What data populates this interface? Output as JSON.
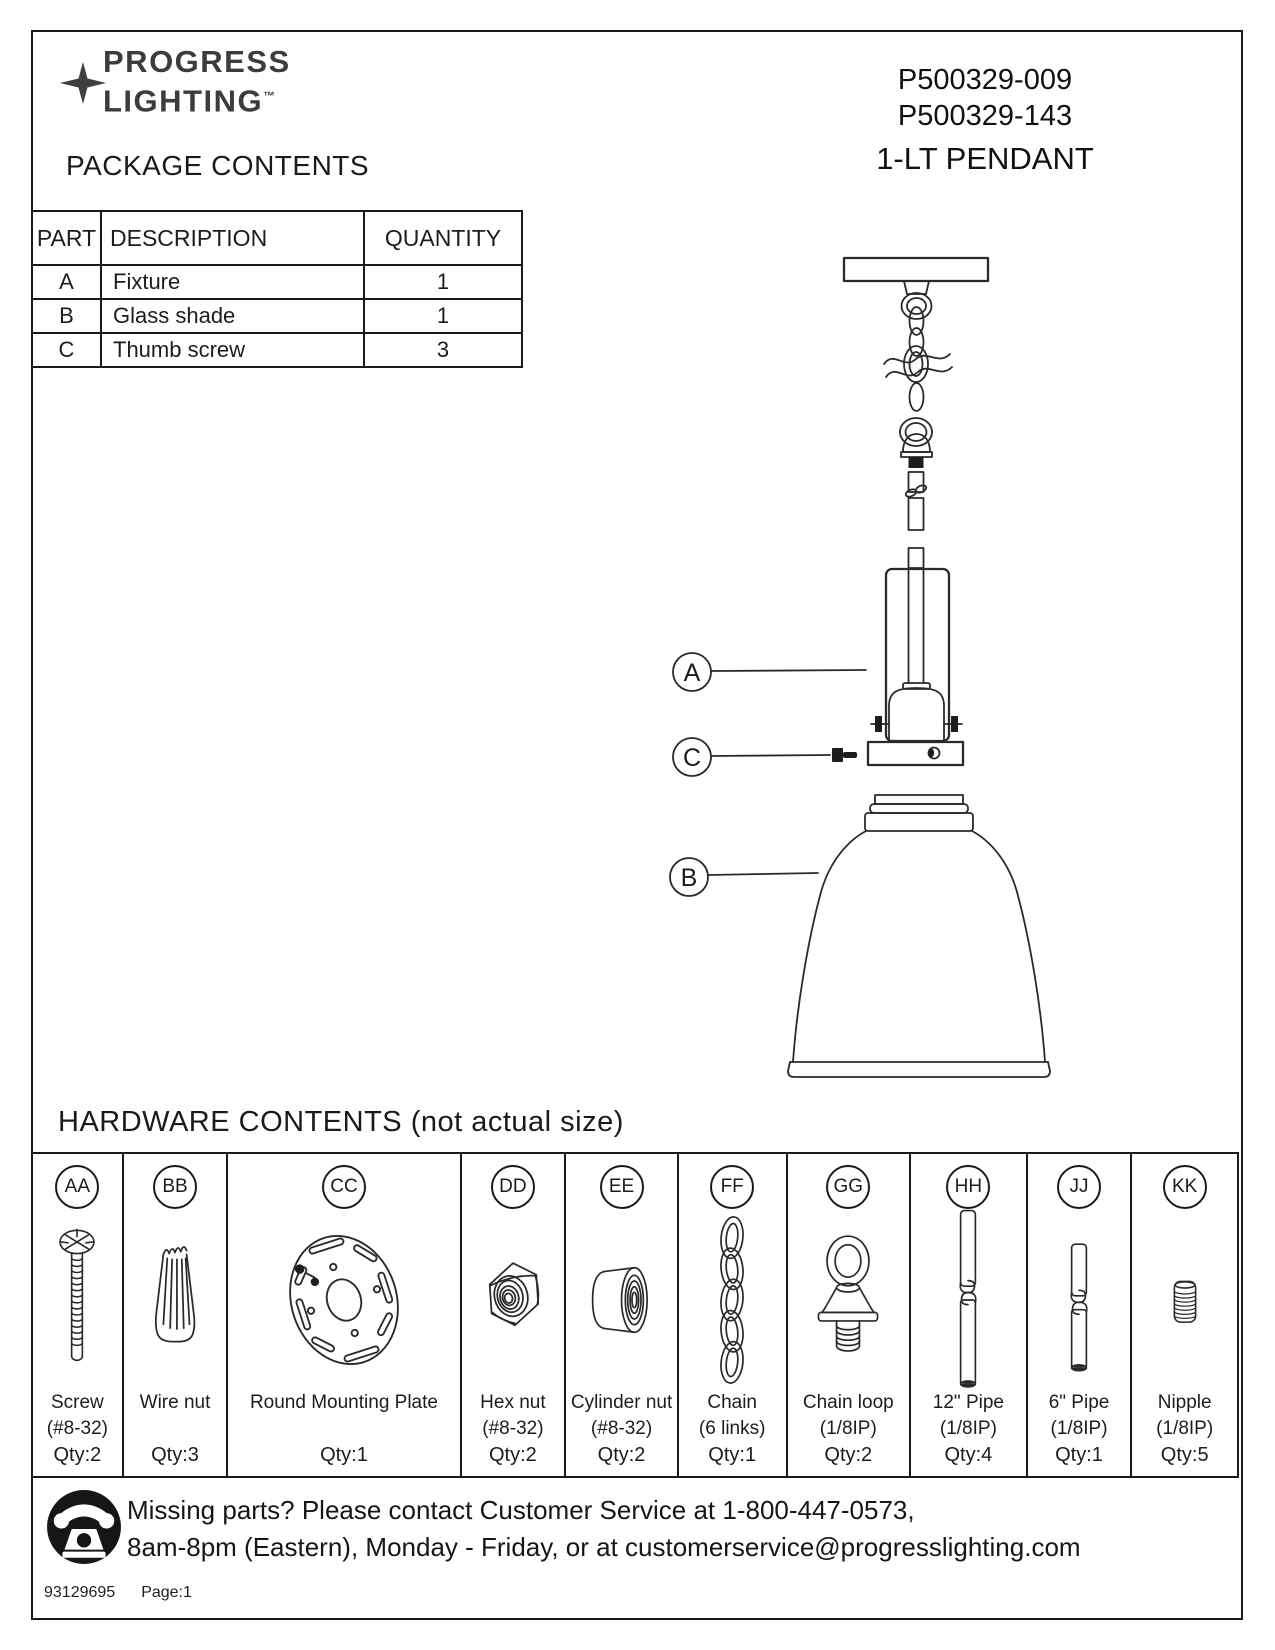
{
  "header": {
    "brand": {
      "line1": "PROGRESS",
      "line2": "LIGHTING",
      "tm": "™"
    },
    "product_codes": [
      "P500329-009",
      "P500329-143"
    ],
    "product_name": "1-LT PENDANT"
  },
  "package_contents": {
    "title": "PACKAGE CONTENTS",
    "table": {
      "headers": [
        "PART",
        "DESCRIPTION",
        "QUANTITY"
      ],
      "rows": [
        {
          "part": "A",
          "description": "Fixture",
          "quantity": "1"
        },
        {
          "part": "B",
          "description": "Glass shade",
          "quantity": "1"
        },
        {
          "part": "C",
          "description": "Thumb screw",
          "quantity": "3"
        }
      ]
    }
  },
  "diagram": {
    "callout_a": "A",
    "callout_b": "B",
    "callout_c": "C"
  },
  "hardware_contents": {
    "title": "HARDWARE CONTENTS (not actual size)",
    "items": [
      {
        "id": "AA",
        "name": "Screw",
        "spec": "(#8-32)",
        "qty": "Qty:2",
        "icon": "screw-icon"
      },
      {
        "id": "BB",
        "name": "Wire nut",
        "spec": "",
        "qty": "Qty:3",
        "icon": "wire-nut-icon"
      },
      {
        "id": "CC",
        "name": "Round Mounting Plate",
        "spec": "",
        "qty": "Qty:1",
        "icon": "mounting-plate-icon"
      },
      {
        "id": "DD",
        "name": "Hex nut",
        "spec": "(#8-32)",
        "qty": "Qty:2",
        "icon": "hex-nut-icon"
      },
      {
        "id": "EE",
        "name": "Cylinder nut",
        "spec": "(#8-32)",
        "qty": "Qty:2",
        "icon": "cylinder-nut-icon"
      },
      {
        "id": "FF",
        "name": "Chain",
        "spec": "(6 links)",
        "qty": "Qty:1",
        "icon": "chain-icon"
      },
      {
        "id": "GG",
        "name": "Chain loop",
        "spec": "(1/8IP)",
        "qty": "Qty:2",
        "icon": "chain-loop-icon"
      },
      {
        "id": "HH",
        "name": "12\" Pipe",
        "spec": "(1/8IP)",
        "qty": "Qty:4",
        "icon": "pipe-12-icon"
      },
      {
        "id": "JJ",
        "name": "6\" Pipe",
        "spec": "(1/8IP)",
        "qty": "Qty:1",
        "icon": "pipe-6-icon"
      },
      {
        "id": "KK",
        "name": "Nipple",
        "spec": "(1/8IP)",
        "qty": "Qty:5",
        "icon": "nipple-icon"
      }
    ]
  },
  "footer": {
    "line1": "Missing parts? Please contact Customer Service at 1-800-447-0573,",
    "line2": "8am-8pm (Eastern), Monday - Friday,  or at customerservice@progresslighting.com",
    "doc_number": "93129695",
    "page": "Page:1"
  }
}
